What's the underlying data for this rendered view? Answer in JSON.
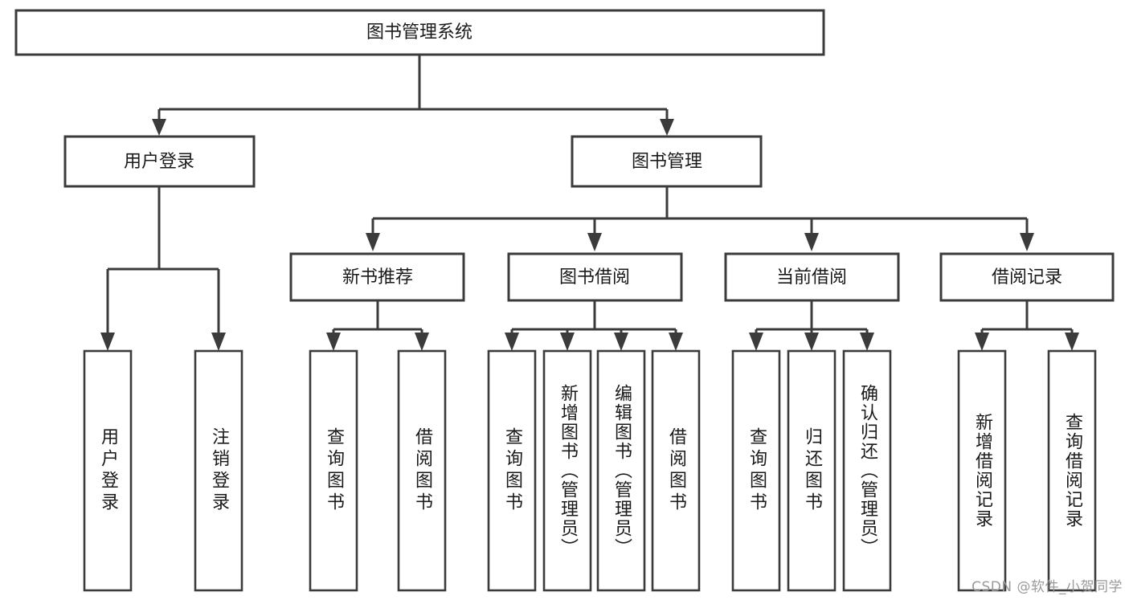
{
  "diagram": {
    "type": "tree-hierarchy",
    "title": "图书管理系统",
    "orientation": "top-down",
    "colors": {
      "box_stroke": "#3b3b3b",
      "box_fill": "#ffffff",
      "connector": "#3b3b3b",
      "text": "#1a1a1a",
      "watermark": "#9a9a9a",
      "background": "#ffffff"
    },
    "levels": {
      "root": {
        "label": "图书管理系统"
      },
      "level2": [
        {
          "label": "用户登录"
        },
        {
          "label": "图书管理"
        }
      ],
      "level3": [
        {
          "label": "新书推荐"
        },
        {
          "label": "图书借阅"
        },
        {
          "label": "当前借阅"
        },
        {
          "label": "借阅记录"
        }
      ],
      "leaves": {
        "user_login": [
          {
            "label": "用户登录"
          },
          {
            "label": "注销登录"
          }
        ],
        "new_book_recommend": [
          {
            "label": "查询图书"
          },
          {
            "label": "借阅图书"
          }
        ],
        "book_borrow": [
          {
            "label": "查询图书"
          },
          {
            "label": "新增图书（管理员）"
          },
          {
            "label": "编辑图书（管理员）"
          },
          {
            "label": "借阅图书"
          }
        ],
        "current_borrow": [
          {
            "label": "查询图书"
          },
          {
            "label": "归还图书"
          },
          {
            "label": "确认归还（管理员）"
          }
        ],
        "borrow_record": [
          {
            "label": "新增借阅记录"
          },
          {
            "label": "查询借阅记录"
          }
        ]
      }
    },
    "watermark": "CSDN @软件_小贺同学"
  }
}
